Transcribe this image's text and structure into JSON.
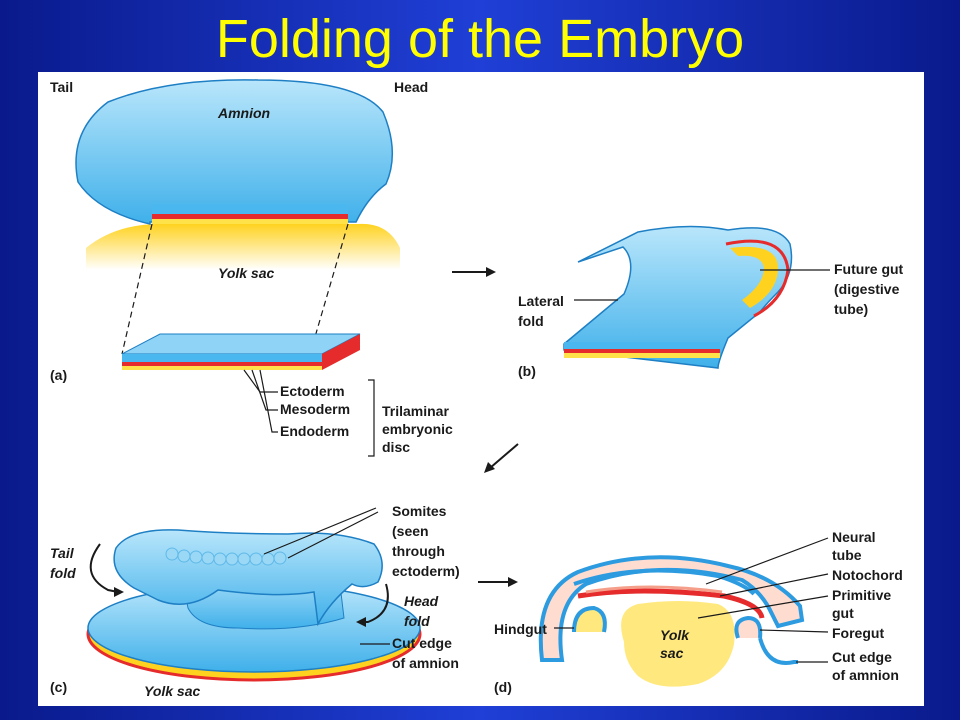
{
  "title": "Folding of the Embryo",
  "colors": {
    "background": "#1f3fd6",
    "title": "#ffff00",
    "ectoderm": "#4ab8ee",
    "mesoderm": "#e52b2b",
    "endoderm": "#ffe14a"
  },
  "panel_a": {
    "letter": "(a)",
    "tail": "Tail",
    "head": "Head",
    "amnion": "Amnion",
    "yolk_sac": "Yolk sac",
    "ectoderm": "Ectoderm",
    "mesoderm": "Mesoderm",
    "endoderm": "Endoderm",
    "trilaminar_1": "Trilaminar",
    "trilaminar_2": "embryonic",
    "trilaminar_3": "disc"
  },
  "panel_b": {
    "letter": "(b)",
    "lateral_1": "Lateral",
    "lateral_2": "fold",
    "future_1": "Future gut",
    "future_2": "(digestive",
    "future_3": "tube)"
  },
  "panel_c": {
    "letter": "(c)",
    "tail_fold_1": "Tail",
    "tail_fold_2": "fold",
    "somites_1": "Somites",
    "somites_2": "(seen",
    "somites_3": "through",
    "somites_4": "ectoderm)",
    "head_fold_1": "Head",
    "head_fold_2": "fold",
    "cut_1": "Cut edge",
    "cut_2": "of amnion",
    "yolk_sac": "Yolk sac"
  },
  "panel_d": {
    "letter": "(d)",
    "neural_1": "Neural",
    "neural_2": "tube",
    "notochord": "Notochord",
    "primitive_1": "Primitive",
    "primitive_2": "gut",
    "foregut": "Foregut",
    "cut_1": "Cut edge",
    "cut_2": "of amnion",
    "hindgut": "Hindgut",
    "yolk_1": "Yolk",
    "yolk_2": "sac"
  }
}
